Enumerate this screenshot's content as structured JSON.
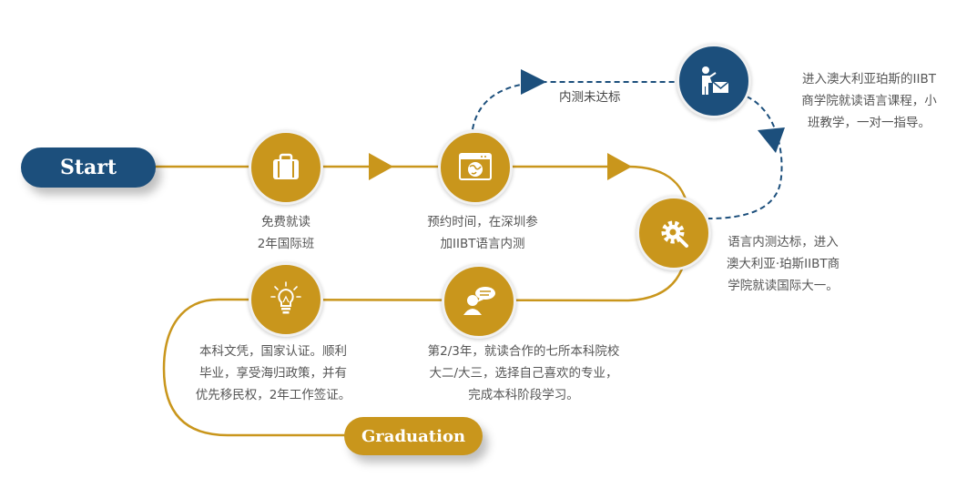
{
  "start_label": "Start",
  "graduation_label": "Graduation",
  "path_label": "内测未达标",
  "steps": [
    {
      "icon": "suitcase-icon",
      "caption": "免费就读\n2年国际班"
    },
    {
      "icon": "browser-globe-icon",
      "caption": "预约时间，在深圳参\n加IIBT语言内测"
    },
    {
      "icon": "gear-wrench-icon",
      "caption": "语言内测达标，进入\n澳大利亚·珀斯IIBT商\n学院就读国际大一。"
    },
    {
      "icon": "worker-envelope-icon",
      "caption": "进入澳大利亚珀斯的IIBT\n商学院就读语言课程，小\n班教学，一对一指导。"
    },
    {
      "icon": "person-chat-icon",
      "caption": "第2/3年，就读合作的七所本科院校\n大二/大三，选择自己喜欢的专业，\n完成本科阶段学习。"
    },
    {
      "icon": "lightbulb-icon",
      "caption": "本科文凭，国家认证。顺利\n毕业，享受海归政策，并有\n优先移民权，2年工作签证。"
    }
  ],
  "colors": {
    "gold": "#c9961c",
    "navy": "#1c4f7c",
    "node_text": "#555555"
  }
}
